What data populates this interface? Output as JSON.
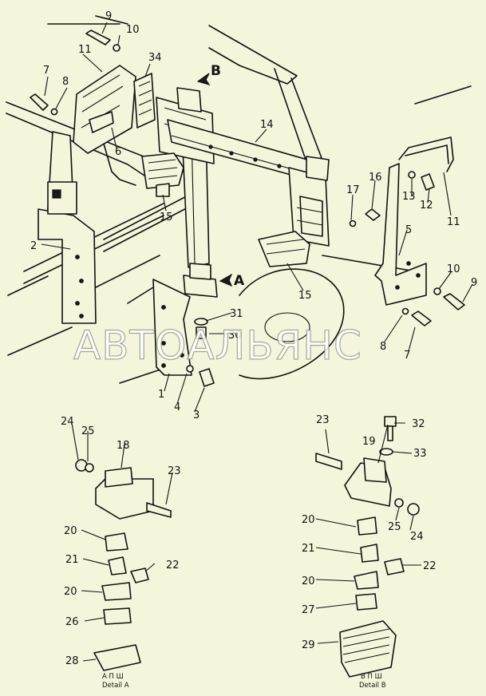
{
  "callouts": {
    "c9a": "9",
    "c10a": "10",
    "c11a": "11",
    "c34": "34",
    "c7a": "7",
    "c8a": "8",
    "c6": "6",
    "c14": "14",
    "c16": "16",
    "c17": "17",
    "c13": "13",
    "c12": "12",
    "c11b": "11",
    "c2": "2",
    "c15a": "15",
    "c15b": "15",
    "c5": "5",
    "c10b": "10",
    "c9b": "9",
    "c31": "31",
    "c30": "30",
    "c8b": "8",
    "c7b": "7",
    "c1": "1",
    "c4": "4",
    "c3": "3",
    "d24a": "24",
    "d25a": "25",
    "d18": "18",
    "d23a": "23",
    "d20a": "20",
    "d21a": "21",
    "d22a": "22",
    "d20b": "20",
    "d26": "26",
    "d28": "28",
    "d23b": "23",
    "d19": "19",
    "d32": "32",
    "d33": "33",
    "d25b": "25",
    "d24b": "24",
    "d20c": "20",
    "d21b": "21",
    "d22b": "22",
    "d20d": "20",
    "d27": "27",
    "d29": "29"
  },
  "view_markers": {
    "a": "A",
    "b": "B"
  },
  "detail_a": {
    "code": "A П Ш",
    "label": "Detail A"
  },
  "detail_b": {
    "code": "B П Ш",
    "label": "Detail B"
  },
  "watermark": "АВТОАЛЬЯНС",
  "colors": {
    "background": "#f5f5dc",
    "line": "#111111"
  }
}
